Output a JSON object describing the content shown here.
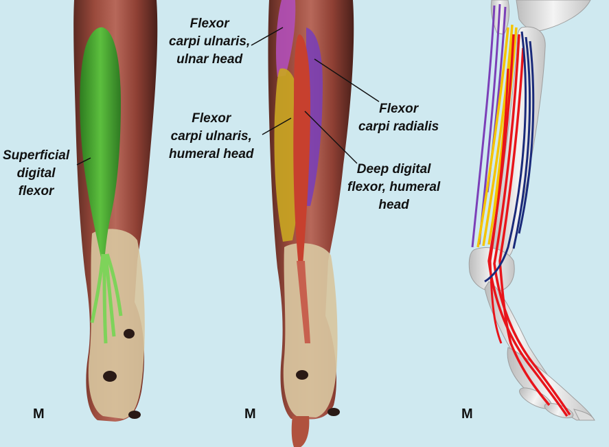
{
  "panels": {
    "left": {
      "label": [
        "Superficial",
        "digital",
        "flexor"
      ],
      "marker": "M"
    },
    "middle": {
      "labels": {
        "fcu_ulnar": [
          "Flexor",
          "carpi ulnaris,",
          "ulnar head"
        ],
        "fcr": [
          "Flexor",
          "carpi radialis"
        ],
        "fcu_humeral": [
          "Flexor",
          "carpi ulnaris,",
          "humeral head"
        ],
        "ddf": [
          "Deep digital",
          "flexor, humeral",
          "head"
        ]
      },
      "marker": "M"
    },
    "right": {
      "marker": "M"
    }
  },
  "colors": {
    "background": "#cfe9f0",
    "superficial_digital_flexor": "#4caf3a",
    "fcu_ulnar_head": "#b04fb8",
    "fcr": "#7a3fb5",
    "fcu_humeral_head": "#c8a423",
    "ddf_humeral_head": "#c7402e",
    "bone": "#e6e6e6",
    "line_purple": "#7b3fb8",
    "line_yellow": "#f5c400",
    "line_red": "#e8141a",
    "line_navy": "#1a2a7a"
  }
}
